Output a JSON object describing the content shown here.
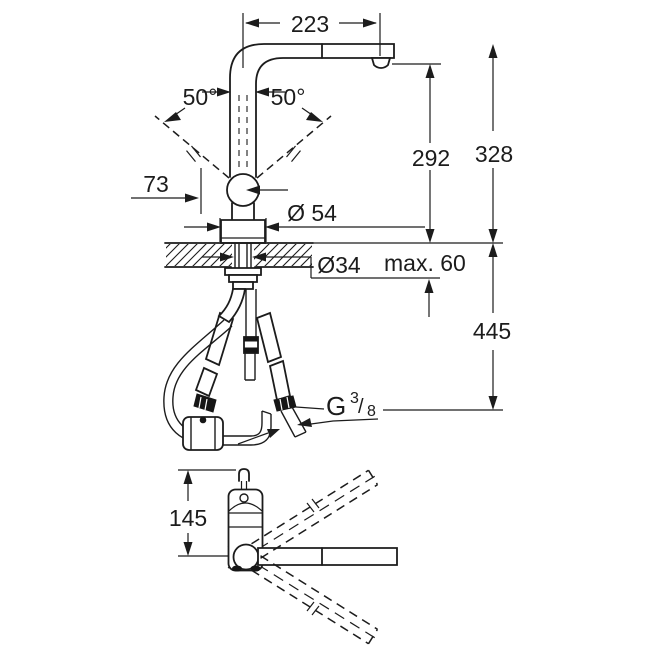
{
  "diagram": {
    "colors": {
      "background": "#ffffff",
      "line": "#1c1c1c"
    },
    "labels": {
      "spout_reach": "223",
      "angle_left": "50°",
      "angle_right": "50°",
      "handle_clearance": "73",
      "height_to_spout": "292",
      "height_total": "328",
      "base_diameter": "Ø 54",
      "hole_diameter": "Ø34",
      "deck_thickness": "max. 60",
      "below_deck_depth": "445",
      "thread_g": "G",
      "thread_numerator": "3",
      "thread_slash": "/",
      "thread_denominator": "8",
      "plan_depth": "145"
    }
  }
}
